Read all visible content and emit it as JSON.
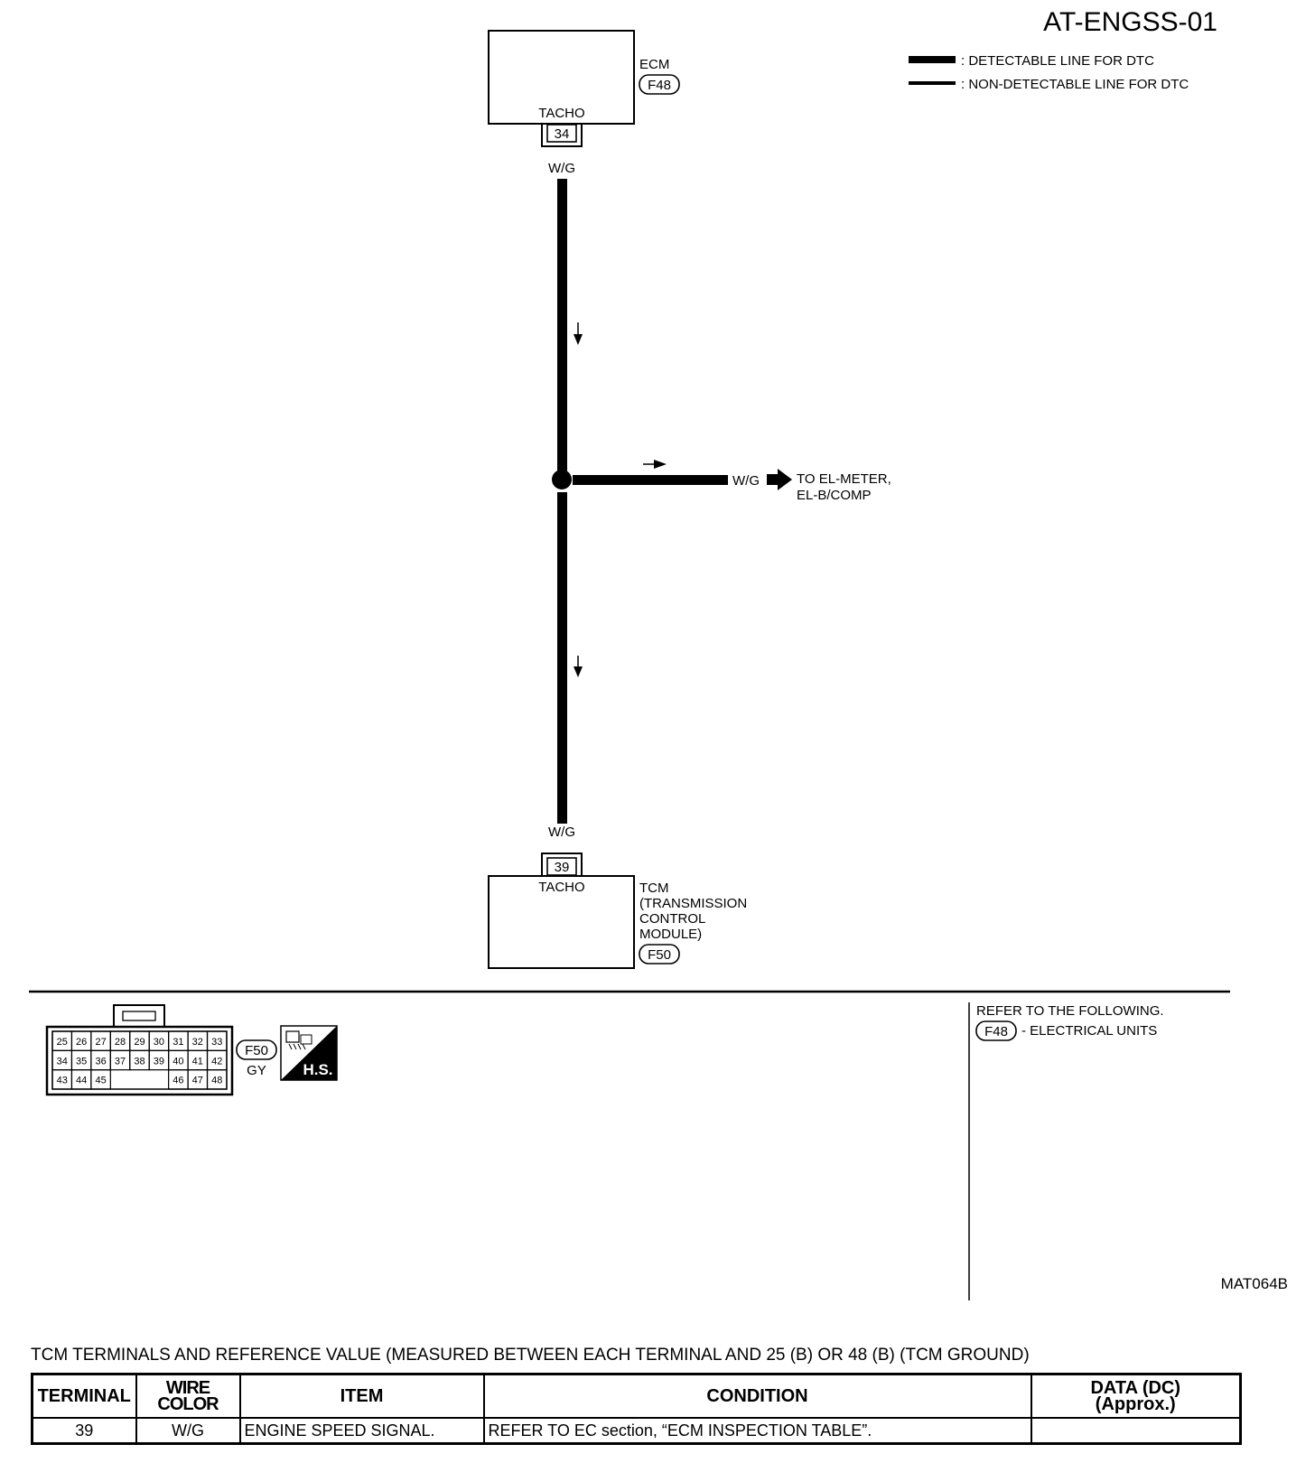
{
  "diagram": {
    "code": "AT-ENGSS-01",
    "legend": [
      {
        "style": "thick",
        "text": ": DETECTABLE LINE FOR DTC"
      },
      {
        "style": "thin",
        "text": ": NON-DETECTABLE LINE FOR DTC"
      }
    ],
    "ecm": {
      "name": "ECM",
      "connector": "F48",
      "pin_name": "TACHO",
      "pin": "34",
      "wire": "W/G"
    },
    "branch": {
      "wire": "W/G",
      "dest_line1": "TO EL-METER,",
      "dest_line2": "EL-B/COMP"
    },
    "tcm": {
      "name_lines": [
        "TCM",
        "(TRANSMISSION",
        "CONTROL",
        "MODULE)"
      ],
      "connector": "F50",
      "pin_name": "TACHO",
      "pin": "39",
      "wire": "W/G"
    },
    "connector_view": {
      "code": "F50",
      "color": "GY",
      "rows": [
        [
          "25",
          "26",
          "27",
          "28",
          "29",
          "30",
          "31",
          "32",
          "33"
        ],
        [
          "34",
          "35",
          "36",
          "37",
          "38",
          "39",
          "40",
          "41",
          "42"
        ],
        [
          "43",
          "44",
          "45",
          "",
          "",
          "",
          "46",
          "47",
          "48"
        ]
      ],
      "badge": "H.S."
    },
    "refer": {
      "line1": "REFER TO THE FOLLOWING.",
      "connector": "F48",
      "item": "- ELECTRICAL UNITS"
    },
    "figure_id": "MAT064B",
    "colors": {
      "ink": "#000000",
      "paper": "#ffffff"
    }
  },
  "table": {
    "title": "TCM TERMINALS AND REFERENCE VALUE (MEASURED BETWEEN EACH TERMINAL AND 25 (B) OR 48 (B) (TCM GROUND)",
    "headers": {
      "terminal": "TERMINAL",
      "wire_color": "WIRE COLOR",
      "item": "ITEM",
      "condition": "CONDITION",
      "data_line1": "DATA (DC)",
      "data_line2": "(Approx.)"
    },
    "rows": [
      {
        "terminal": "39",
        "wire_color": "W/G",
        "item": "ENGINE SPEED SIGNAL.",
        "condition": "REFER TO EC section, “ECM INSPECTION TABLE”.",
        "data": ""
      }
    ]
  }
}
